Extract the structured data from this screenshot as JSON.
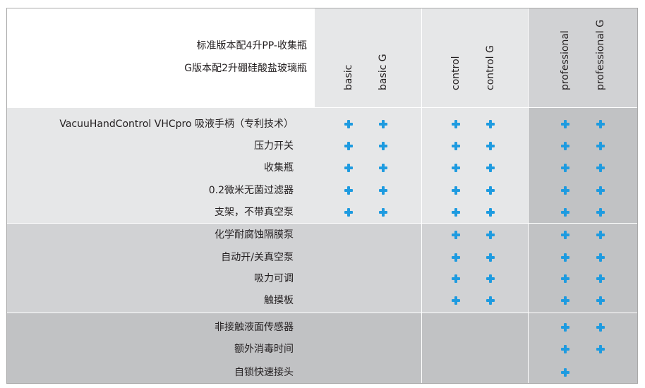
{
  "accent_color": "#1e9be0",
  "header_notes": [
    "标准版本配4升PP-收集瓶",
    "G版本配2升硼硅酸盐玻璃瓶"
  ],
  "models": [
    {
      "label": "basic"
    },
    {
      "label": "basic G"
    },
    {
      "label": "control"
    },
    {
      "label": "control G"
    },
    {
      "label": "professional"
    },
    {
      "label": "professional G"
    }
  ],
  "features": [
    {
      "label": "VacuuHandControl VHCpro 吸液手柄（专利技术）",
      "included": [
        true,
        true,
        true,
        true,
        true,
        true
      ]
    },
    {
      "label": "压力开关",
      "included": [
        true,
        true,
        true,
        true,
        true,
        true
      ]
    },
    {
      "label": "收集瓶",
      "included": [
        true,
        true,
        true,
        true,
        true,
        true
      ]
    },
    {
      "label": "0.2微米无菌过滤器",
      "included": [
        true,
        true,
        true,
        true,
        true,
        true
      ]
    },
    {
      "label": "支架，不带真空泵",
      "included": [
        true,
        true,
        true,
        true,
        true,
        true
      ]
    },
    {
      "label": "化学耐腐蚀隔膜泵",
      "included": [
        false,
        false,
        true,
        true,
        true,
        true
      ]
    },
    {
      "label": "自动开/关真空泵",
      "included": [
        false,
        false,
        true,
        true,
        true,
        true
      ]
    },
    {
      "label": "吸力可调",
      "included": [
        false,
        false,
        true,
        true,
        true,
        true
      ]
    },
    {
      "label": "触摸板",
      "included": [
        false,
        false,
        true,
        true,
        true,
        true
      ]
    },
    {
      "label": "非接触液面传感器",
      "included": [
        false,
        false,
        false,
        false,
        true,
        true
      ]
    },
    {
      "label": "额外消毒时间",
      "included": [
        false,
        false,
        false,
        false,
        true,
        true
      ]
    },
    {
      "label": "自锁快速接头",
      "included": [
        false,
        false,
        false,
        false,
        true,
        false
      ]
    }
  ]
}
